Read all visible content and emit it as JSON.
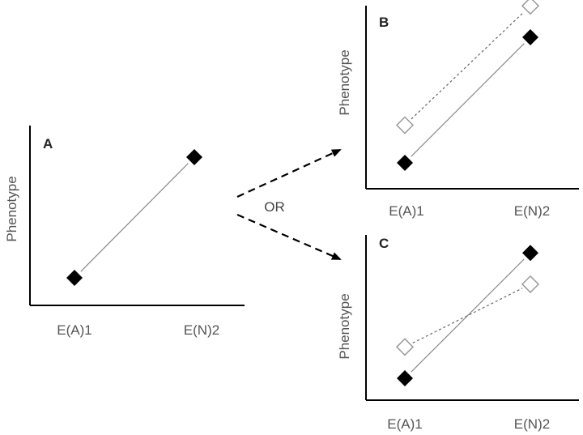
{
  "panels": [
    {
      "id": "a",
      "letter": "A",
      "ylabel": "Phenotype",
      "categories": [
        "E(A)1",
        "E(N)2"
      ],
      "series": [
        {
          "marker": "filled",
          "style": "solid",
          "values": [
            1,
            5
          ]
        }
      ]
    },
    {
      "id": "b",
      "letter": "B",
      "ylabel": "Phenotype",
      "categories": [
        "E(A)1",
        "E(N)2"
      ],
      "series": [
        {
          "marker": "open",
          "style": "dashed",
          "values": [
            2.2,
            6
          ]
        },
        {
          "marker": "filled",
          "style": "solid",
          "values": [
            1,
            5
          ]
        }
      ]
    },
    {
      "id": "c",
      "letter": "C",
      "ylabel": "Phenotype",
      "categories": [
        "E(A)1",
        "E(N)2"
      ],
      "series": [
        {
          "marker": "open",
          "style": "dashed",
          "values": [
            2.2,
            4.6
          ]
        },
        {
          "marker": "filled",
          "style": "solid",
          "values": [
            1,
            5.8
          ]
        }
      ]
    }
  ],
  "connector_label": "OR",
  "colors": {
    "filled_marker": "#000000",
    "open_marker_stroke": "#999999",
    "axis": "#000000",
    "line": "#888888"
  }
}
